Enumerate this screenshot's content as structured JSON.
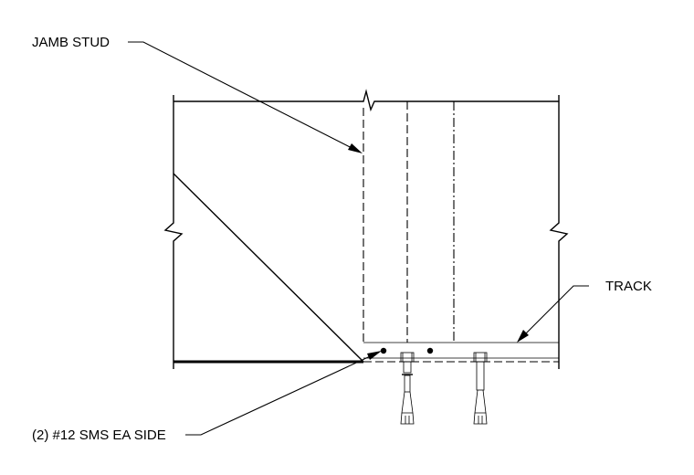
{
  "labels": {
    "jamb_stud": "JAMB STUD",
    "track": "TRACK",
    "sms": "(2) #12 SMS EA SIDE"
  },
  "colors": {
    "line": "#000000",
    "background": "#ffffff"
  }
}
